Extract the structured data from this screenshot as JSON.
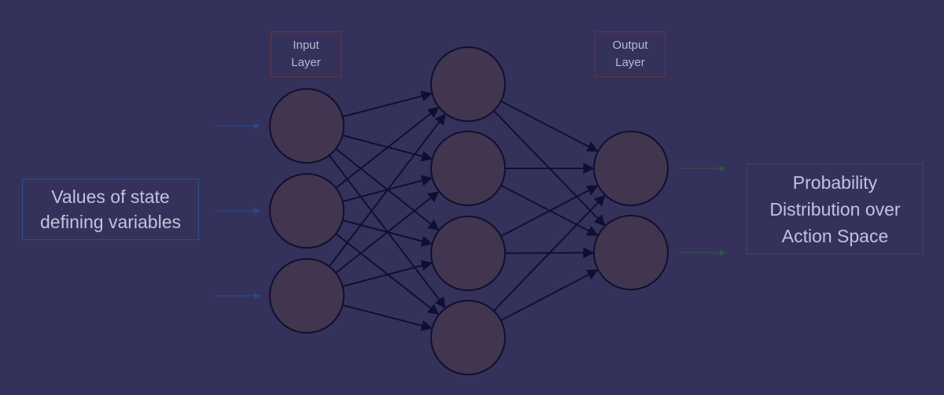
{
  "labels": {
    "input_layer": "Input\nLayer",
    "output_layer": "Output\nLayer",
    "input_values": "Values of state\ndefining variables",
    "output_distribution": "Probability\nDistribution over\nAction Space"
  },
  "network": {
    "layers": [
      {
        "name": "input",
        "neurons": 3
      },
      {
        "name": "hidden",
        "neurons": 4
      },
      {
        "name": "output",
        "neurons": 2
      }
    ],
    "connectivity": "fully-connected"
  },
  "colors": {
    "background": "#34325b",
    "neuron_fill": "#42354f",
    "neuron_stroke": "#0f1030",
    "edge": "#0f1030",
    "input_arrow": "#274a8c",
    "output_arrow": "#31514d",
    "tag_border": "#6b3440"
  }
}
